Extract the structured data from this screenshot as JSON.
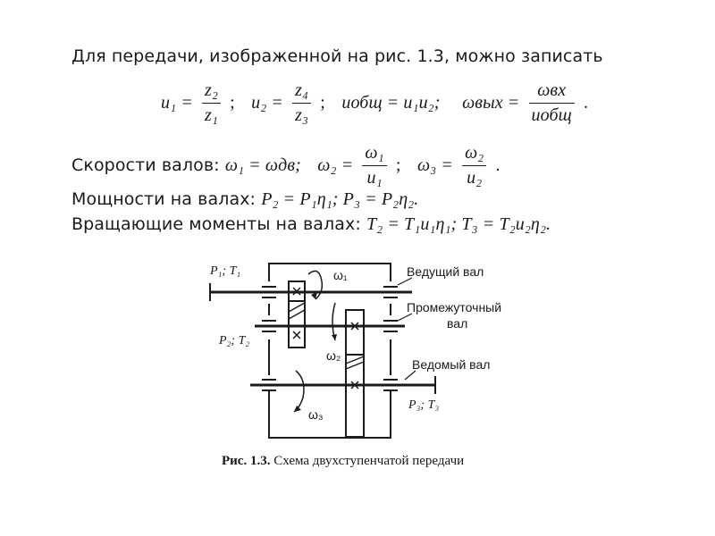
{
  "intro": "Для передачи, изображенной на рис. 1.3, можно записать",
  "formulas": {
    "u1_lhs": "u₁ =",
    "u1_num": "z₂",
    "u1_den": "z₁",
    "u2_lhs": "u₂ =",
    "u2_num": "z₄",
    "u2_den": "z₃",
    "utotal": "uобщ = u₁u₂;",
    "wout_lhs": "ωвых =",
    "wout_num": "ωвх",
    "wout_den": "uобщ",
    "sep1": ";",
    "sep2": ";",
    "end": "."
  },
  "speeds": {
    "label": "Скорости валов:",
    "w1": "ω₁ = ωдв;",
    "w2_lhs": "ω₂ =",
    "w2_num": "ω₁",
    "w2_den": "u₁",
    "sep": ";",
    "w3_lhs": "ω₃ =",
    "w3_num": "ω₂",
    "w3_den": "u₂",
    "end": "."
  },
  "powers": {
    "label": "Мощности на валах:",
    "expr": "P₂ = P₁η₁;   P₃ = P₂η₂."
  },
  "torques": {
    "label": "Вращающие моменты на валах:",
    "expr": "T₂ = T₁u₁η₁;   T₃ = T₂u₂η₂."
  },
  "figure": {
    "p1t1": "P₁; T₁",
    "p2t2": "P₂; T₂",
    "p3t3": "P₃; T₃",
    "omega1": "ω₁",
    "omega2": "ω₂",
    "omega3": "ω₃",
    "lead_shaft": "Ведущий вал",
    "inter_shaft_1": "Промежуточный",
    "inter_shaft_2": "вал",
    "driven_shaft": "Ведомый вал"
  },
  "caption": {
    "label": "Рис. 1.3.",
    "text": "Схема двухступенчатой передачи"
  }
}
